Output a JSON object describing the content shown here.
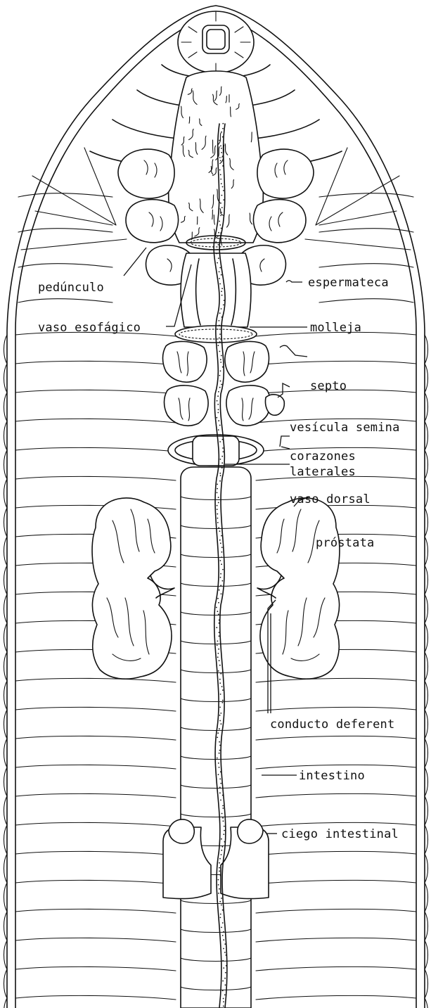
{
  "figure": {
    "labels": [
      {
        "key": "pedunculo",
        "text": "pedúnculo"
      },
      {
        "key": "espermateca",
        "text": "espermateca"
      },
      {
        "key": "vaso_esofagico",
        "text": "vaso esofágico"
      },
      {
        "key": "molleja",
        "text": "molleja"
      },
      {
        "key": "septo",
        "text": "septo"
      },
      {
        "key": "vesicula",
        "text": "vesícula semina"
      },
      {
        "key": "corazones",
        "text": "corazones"
      },
      {
        "key": "laterales",
        "text": "laterales"
      },
      {
        "key": "vaso_dorsal",
        "text": "vaso dorsal"
      },
      {
        "key": "prostata",
        "text": "próstata"
      },
      {
        "key": "conducto",
        "text": "conducto deferent"
      },
      {
        "key": "intestino",
        "text": "intestino"
      },
      {
        "key": "ciego",
        "text": "ciego intestinal"
      }
    ]
  }
}
